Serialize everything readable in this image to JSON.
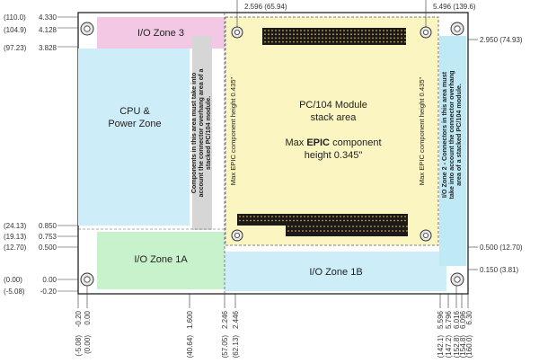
{
  "zones": {
    "io_zone_3": "I/O Zone 3",
    "cpu_power_line1": "CPU &",
    "cpu_power_line2": "Power Zone",
    "io_zone_1a": "I/O Zone 1A",
    "io_zone_1b": "I/O Zone 1B",
    "pc104_line1": "PC/104 Module",
    "pc104_line2": "stack area",
    "max_epic_line1_pre": "Max ",
    "max_epic_line1_bold": "EPIC",
    "max_epic_line1_post": " component",
    "max_epic_line2": "height 0.345\""
  },
  "vertical_notes": {
    "left_side_height": "Max EPIC component height 0.435\"",
    "right_side_height": "Max EPIC component height 0.435\"",
    "gray_note_line1": "Components in this area must take into",
    "gray_note_line2": "account the connector overhang area of a",
    "gray_note_line3": "stacked PC/104 module.",
    "io2_note_line1": "I/O Zone 2 - Connectors in this area must",
    "io2_note_line2": "take into account the connector overhang",
    "io2_note_line3": "area of a stacked PC/104 module."
  },
  "left_dims": [
    {
      "mm": "(110.0)",
      "in": "4.330"
    },
    {
      "mm": "(104.9)",
      "in": "4.128"
    },
    {
      "mm": "(97.23)",
      "in": "3.828"
    },
    {
      "mm": "(24.13)",
      "in": "0.850"
    },
    {
      "mm": "(19.13)",
      "in": "0.753"
    },
    {
      "mm": "(12.70)",
      "in": "0.500"
    },
    {
      "mm": "(0.00)",
      "in": "0.00"
    },
    {
      "mm": "(-5.08)",
      "in": "-0.20"
    }
  ],
  "right_dims": [
    {
      "label": "2.950 (74.93)"
    },
    {
      "label": "0.500 (12.70)"
    },
    {
      "label": "0.150 (3.81)"
    }
  ],
  "top_dims": [
    {
      "label": "2.596  (65.94)"
    },
    {
      "label": "5.496  (139.6)"
    }
  ],
  "bottom_dims": [
    {
      "mm": "(-5.08)",
      "in": "-0.20"
    },
    {
      "mm": "(0.00)",
      "in": "0.00"
    },
    {
      "mm": "(40.64)",
      "in": "1.600"
    },
    {
      "mm": "(57.05)",
      "in": "2.246"
    },
    {
      "mm": "(62.13)",
      "in": "2.446"
    },
    {
      "mm": "(142.1)",
      "in": "5.596"
    },
    {
      "mm": "(147.2)",
      "in": "5.796"
    },
    {
      "mm": "(152.8)",
      "in": "6.016"
    },
    {
      "mm": "(154.8)",
      "in": "6.096"
    },
    {
      "mm": "(160.0)",
      "in": "6.30"
    }
  ],
  "colors": {
    "io_zone_3": "#f2c8e4",
    "cpu_power": "#cdeef8",
    "io_zone_1a": "#c8f2cc",
    "io_zone_1b": "#cdeef8",
    "pc104": "#fbf5c2",
    "io_zone_2": "#bfe9f5",
    "gray_area": "#d6d6d6",
    "connector": "#1a1a1a"
  }
}
